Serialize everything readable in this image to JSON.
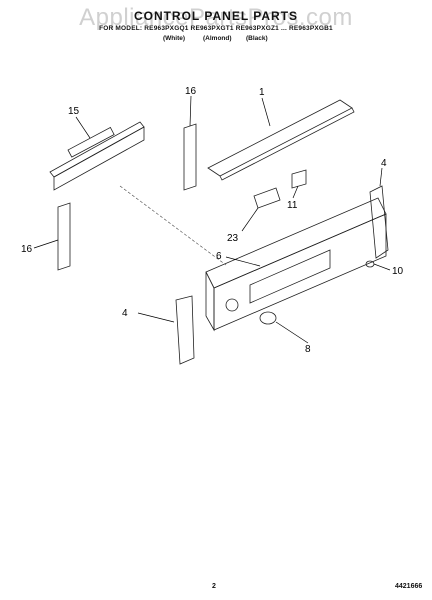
{
  "watermark": "AppliancePartsPros.com",
  "title": "CONTROL PANEL PARTS",
  "models": "FOR MODEL: RE963PXGQ1 RE963PXGT1 RE963PXGZ1 ... RE963PXGB1",
  "color_labels": [
    "(White)",
    "(Almond)",
    "(Black)"
  ],
  "callouts": [
    "1",
    "4",
    "4",
    "6",
    "8",
    "10",
    "11",
    "15",
    "16",
    "16",
    "23"
  ],
  "footer": {
    "page_number": "2",
    "doc_number": "4421666"
  }
}
